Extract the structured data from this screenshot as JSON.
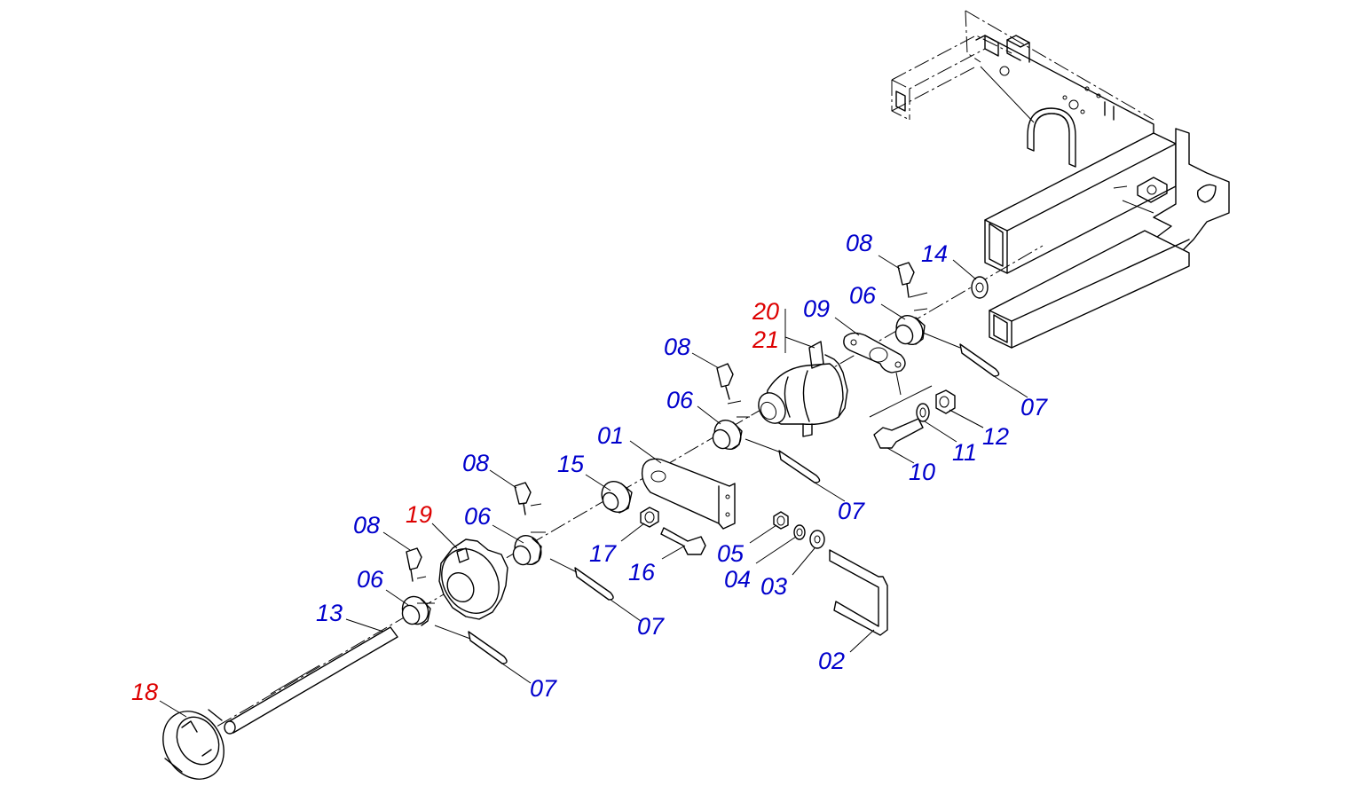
{
  "colors": {
    "standard_part_label": "#0000cc",
    "highlighted_part_label": "#dd0000",
    "line_art": "#000000",
    "background": "#ffffff"
  },
  "callouts": [
    {
      "id": "c-08-top",
      "text": "08",
      "color": "blue"
    },
    {
      "id": "c-14",
      "text": "14",
      "color": "blue"
    },
    {
      "id": "c-06-top",
      "text": "06",
      "color": "blue"
    },
    {
      "id": "c-20",
      "text": "20",
      "color": "red"
    },
    {
      "id": "c-21",
      "text": "21",
      "color": "red"
    },
    {
      "id": "c-09",
      "text": "09",
      "color": "blue"
    },
    {
      "id": "c-08-mid",
      "text": "08",
      "color": "blue"
    },
    {
      "id": "c-06-mid",
      "text": "06",
      "color": "blue"
    },
    {
      "id": "c-07-top",
      "text": "07",
      "color": "blue"
    },
    {
      "id": "c-12",
      "text": "12",
      "color": "blue"
    },
    {
      "id": "c-11",
      "text": "11",
      "color": "blue"
    },
    {
      "id": "c-10",
      "text": "10",
      "color": "blue"
    },
    {
      "id": "c-01",
      "text": "01",
      "color": "blue"
    },
    {
      "id": "c-07-mid",
      "text": "07",
      "color": "blue"
    },
    {
      "id": "c-08-left",
      "text": "08",
      "color": "blue"
    },
    {
      "id": "c-15",
      "text": "15",
      "color": "blue"
    },
    {
      "id": "c-19",
      "text": "19",
      "color": "red"
    },
    {
      "id": "c-06-left",
      "text": "06",
      "color": "blue"
    },
    {
      "id": "c-08-far",
      "text": "08",
      "color": "blue"
    },
    {
      "id": "c-17",
      "text": "17",
      "color": "blue"
    },
    {
      "id": "c-16",
      "text": "16",
      "color": "blue"
    },
    {
      "id": "c-05",
      "text": "05",
      "color": "blue"
    },
    {
      "id": "c-04",
      "text": "04",
      "color": "blue"
    },
    {
      "id": "c-03",
      "text": "03",
      "color": "blue"
    },
    {
      "id": "c-06-far",
      "text": "06",
      "color": "blue"
    },
    {
      "id": "c-13",
      "text": "13",
      "color": "blue"
    },
    {
      "id": "c-07-lower",
      "text": "07",
      "color": "blue"
    },
    {
      "id": "c-07-bottom",
      "text": "07",
      "color": "blue"
    },
    {
      "id": "c-02",
      "text": "02",
      "color": "blue"
    },
    {
      "id": "c-18",
      "text": "18",
      "color": "red"
    }
  ]
}
